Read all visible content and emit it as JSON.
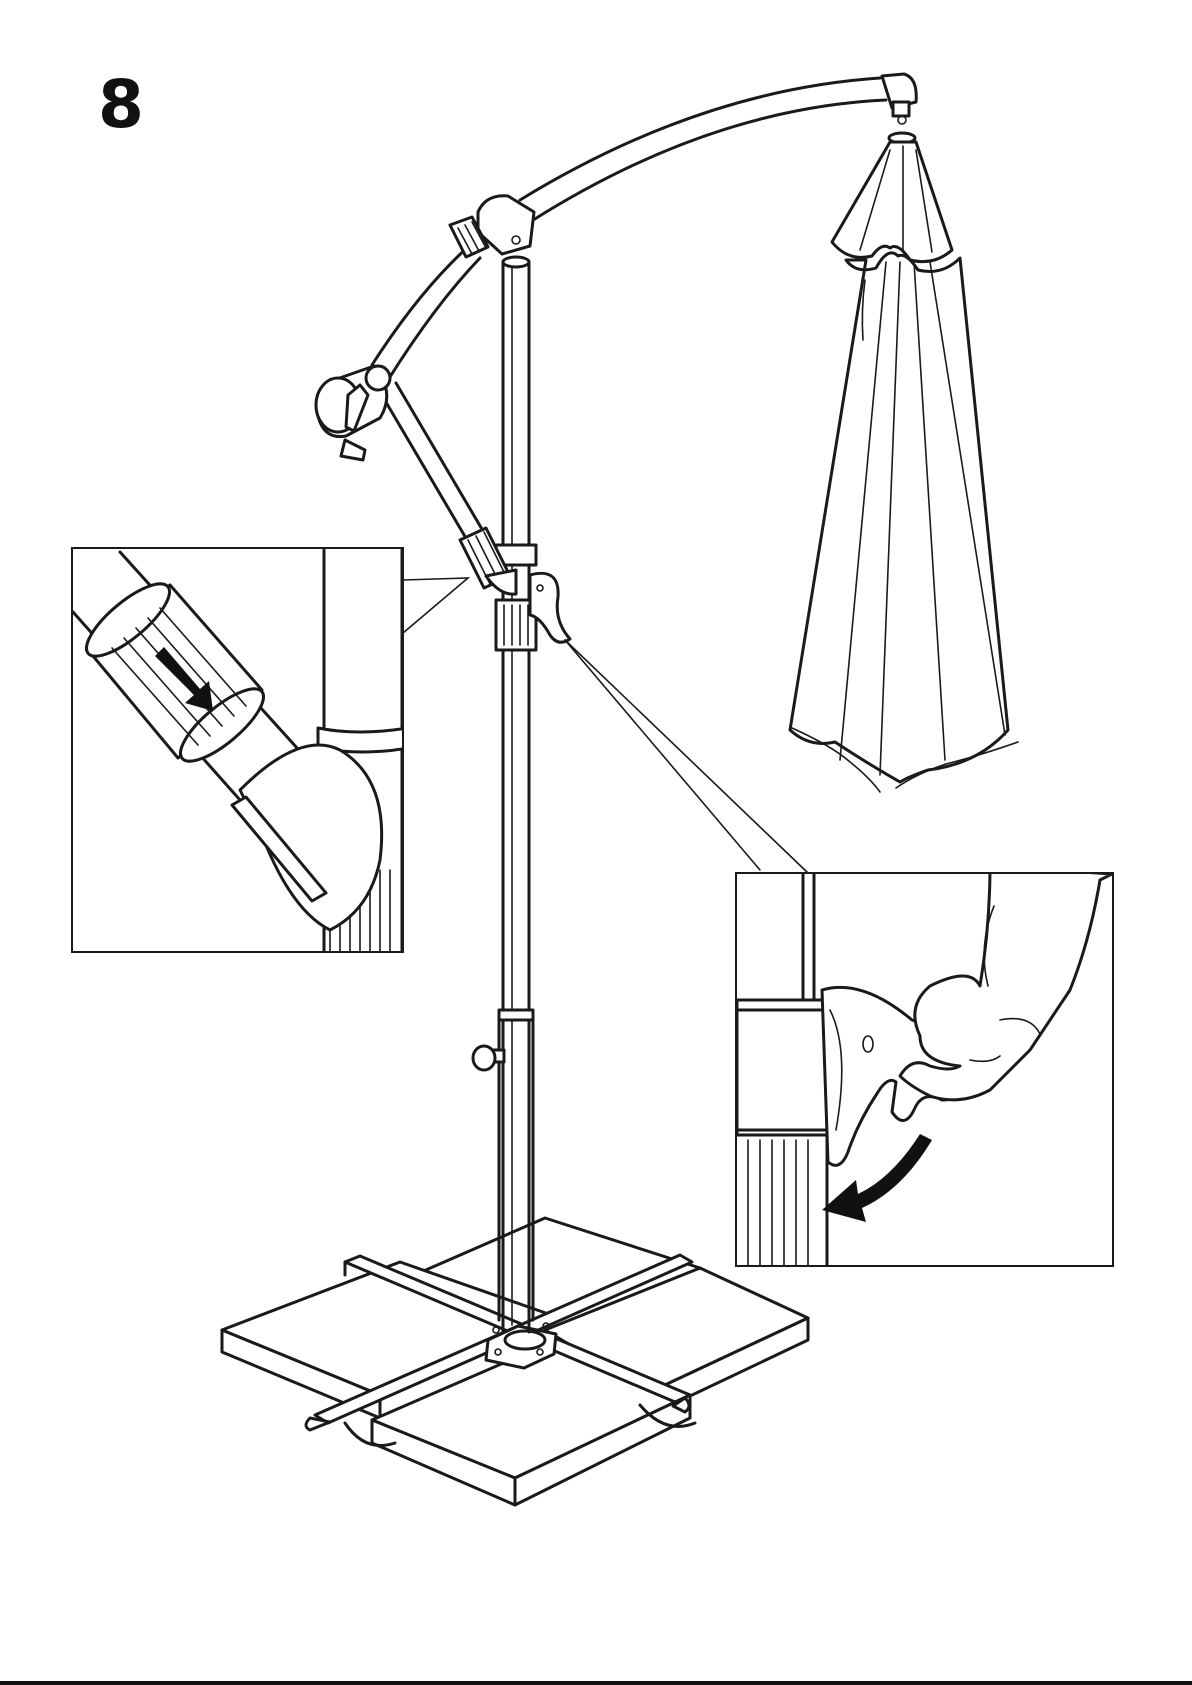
{
  "step": {
    "number": "8"
  },
  "colors": {
    "line": "#1a1a1a",
    "background": "#ffffff",
    "arrow": "#111111"
  },
  "illustration": {
    "subject": "cantilever-umbrella-assembly",
    "details": [
      "arm-collar-slide-detail",
      "lever-lock-detail"
    ]
  }
}
